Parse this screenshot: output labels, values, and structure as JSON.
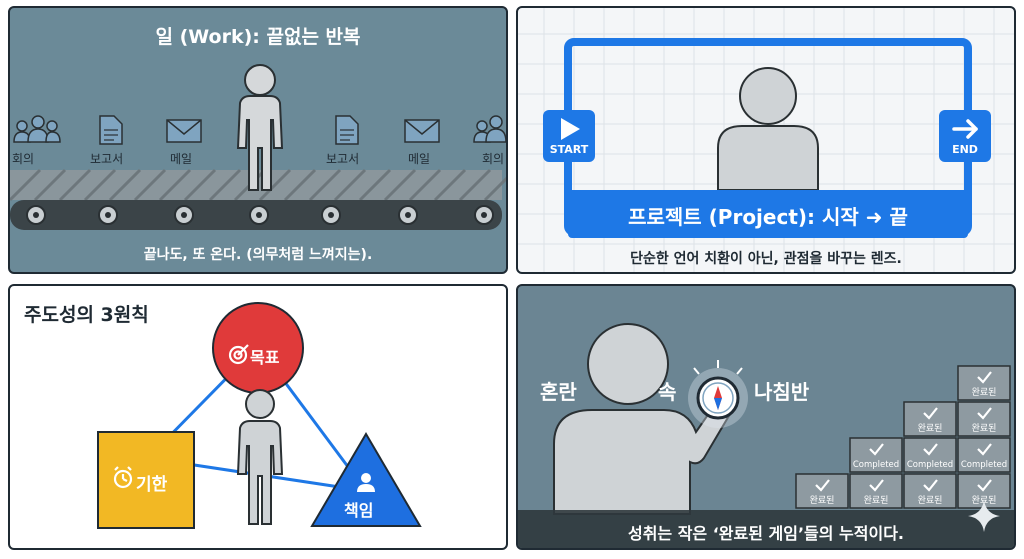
{
  "work_panel": {
    "title": "일 (Work): 끝없는 반복",
    "caption": "끝나도, 또 온다. (의무처럼 느껴지는).",
    "items": [
      {
        "icon": "people-icon",
        "label": "회의"
      },
      {
        "icon": "document-icon",
        "label": "보고서"
      },
      {
        "icon": "mail-icon",
        "label": "메일"
      },
      {
        "icon": "document-icon",
        "label": "보고서"
      },
      {
        "icon": "mail-icon",
        "label": "메일"
      },
      {
        "icon": "people-icon",
        "label": "회의"
      }
    ]
  },
  "project_panel": {
    "start_label": "START",
    "end_label": "END",
    "title": "프로젝트 (Project): 시작 ➜ 끝",
    "caption": "단순한 언어 치환이 아닌, 관점을 바꾸는 렌즈."
  },
  "principles_panel": {
    "title": "주도성의 3원칙",
    "goal_label": "목표",
    "deadline_label": "기한",
    "responsibility_label": "책임",
    "colors": {
      "goal": "#e03a3a",
      "deadline": "#f2b824",
      "responsibility": "#1e6fe0"
    }
  },
  "compass_panel": {
    "word_left": "혼란",
    "word_mid": "속",
    "word_right": "나침반",
    "caption": "성취는 작은 ‘완료된 게임’들의 누적이다.",
    "box_rows": [
      [
        "완료된",
        "완료된",
        "완료된",
        "완료된"
      ],
      [
        "Completed",
        "Completed",
        "Completed"
      ],
      [
        "완료된",
        "완료된"
      ],
      [
        "완료된"
      ]
    ]
  }
}
